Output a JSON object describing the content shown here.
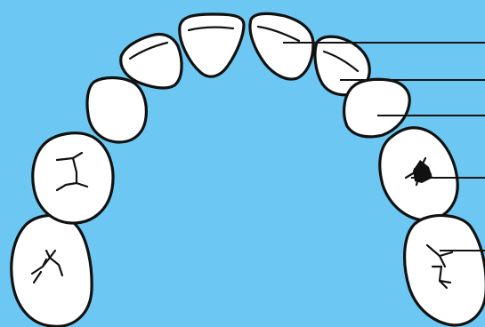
{
  "diagram": {
    "background_color": "#6cc8f2",
    "tooth_fill": "#ffffff",
    "outline_color": "#111111",
    "teeth": [
      {
        "id": "left-second-molar",
        "type": "molar"
      },
      {
        "id": "left-first-molar",
        "type": "molar"
      },
      {
        "id": "left-canine",
        "type": "canine"
      },
      {
        "id": "left-lateral-incisor",
        "type": "incisor"
      },
      {
        "id": "left-central-incisor",
        "type": "incisor"
      },
      {
        "id": "right-central-incisor",
        "type": "incisor"
      },
      {
        "id": "right-lateral-incisor",
        "type": "incisor"
      },
      {
        "id": "right-canine",
        "type": "canine"
      },
      {
        "id": "right-first-molar",
        "type": "molar"
      },
      {
        "id": "right-second-molar",
        "type": "molar"
      }
    ],
    "label_leaders": [
      {
        "points_to": "right-central-incisor"
      },
      {
        "points_to": "right-lateral-incisor"
      },
      {
        "points_to": "right-canine"
      },
      {
        "points_to": "right-first-molar"
      },
      {
        "points_to": "right-second-molar"
      }
    ]
  }
}
